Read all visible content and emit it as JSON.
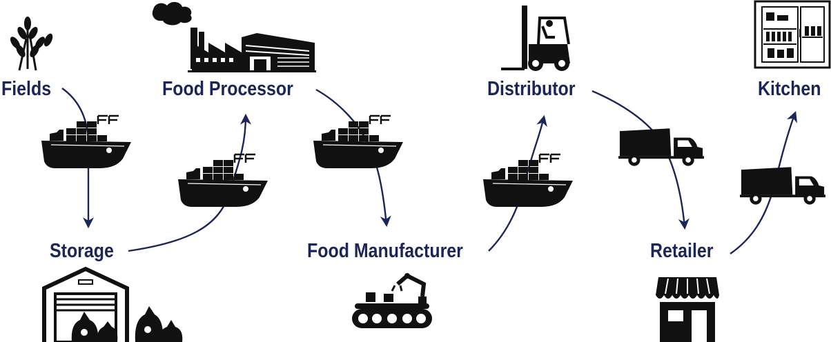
{
  "diagram": {
    "title": "",
    "colors": {
      "text": "#1b2557",
      "arrow": "#1b2557",
      "icon": "#111111"
    },
    "nodes": [
      {
        "id": "fields",
        "label": "Fields",
        "icon": "wheat-icon"
      },
      {
        "id": "storage",
        "label": "Storage",
        "icon": "warehouse-icon"
      },
      {
        "id": "food-processor",
        "label": "Food Processor",
        "icon": "factory-icon"
      },
      {
        "id": "food-manufacturer",
        "label": "Food Manufacturer",
        "icon": "conveyor-robot-arm-icon"
      },
      {
        "id": "distributor",
        "label": "Distributor",
        "icon": "forklift-icon"
      },
      {
        "id": "retailer",
        "label": "Retailer",
        "icon": "storefront-icon"
      },
      {
        "id": "kitchen",
        "label": "Kitchen",
        "icon": "refrigerator-icon"
      }
    ],
    "edges": [
      {
        "from": "fields",
        "to": "storage",
        "transport": "cargo-ship-icon"
      },
      {
        "from": "storage",
        "to": "food-processor",
        "transport": "cargo-ship-icon"
      },
      {
        "from": "food-processor",
        "to": "food-manufacturer",
        "transport": "cargo-ship-icon"
      },
      {
        "from": "food-manufacturer",
        "to": "distributor",
        "transport": "cargo-ship-icon"
      },
      {
        "from": "distributor",
        "to": "retailer",
        "transport": "truck-icon"
      },
      {
        "from": "retailer",
        "to": "kitchen",
        "transport": "truck-icon"
      }
    ]
  }
}
